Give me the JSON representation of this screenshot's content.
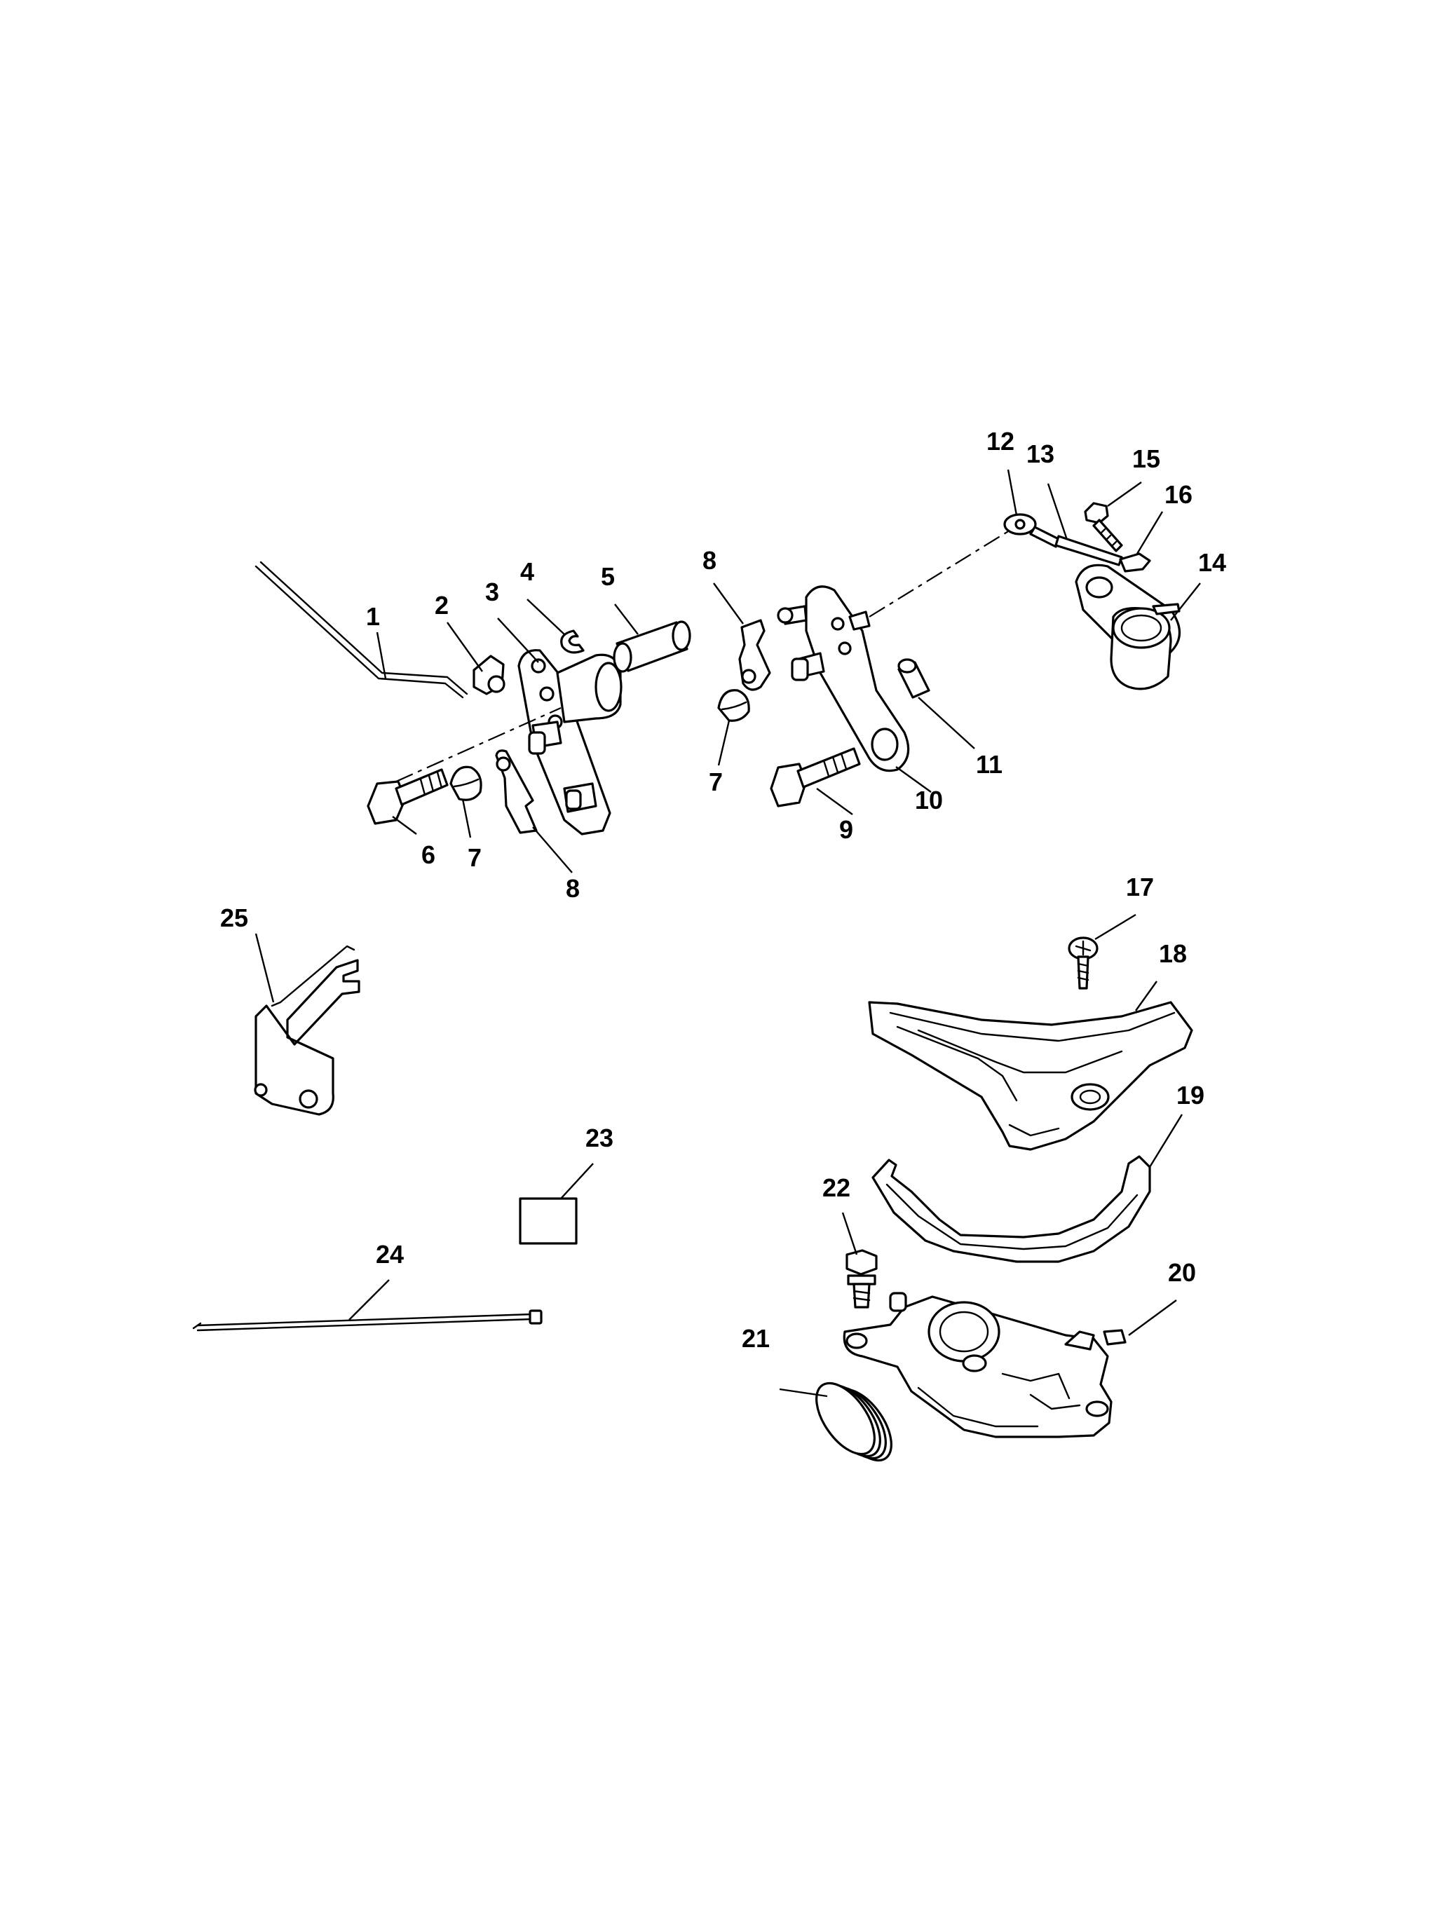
{
  "diagram": {
    "callouts": [
      {
        "id": "c1",
        "label": "1"
      },
      {
        "id": "c2",
        "label": "2"
      },
      {
        "id": "c3",
        "label": "3"
      },
      {
        "id": "c4",
        "label": "4"
      },
      {
        "id": "c5",
        "label": "5"
      },
      {
        "id": "c6",
        "label": "6"
      },
      {
        "id": "c7a",
        "label": "7"
      },
      {
        "id": "c8a",
        "label": "8"
      },
      {
        "id": "c8b",
        "label": "8"
      },
      {
        "id": "c7b",
        "label": "7"
      },
      {
        "id": "c9",
        "label": "9"
      },
      {
        "id": "c10",
        "label": "10"
      },
      {
        "id": "c11",
        "label": "11"
      },
      {
        "id": "c12",
        "label": "12"
      },
      {
        "id": "c13",
        "label": "13"
      },
      {
        "id": "c14",
        "label": "14"
      },
      {
        "id": "c15",
        "label": "15"
      },
      {
        "id": "c16",
        "label": "16"
      },
      {
        "id": "c17",
        "label": "17"
      },
      {
        "id": "c18",
        "label": "18"
      },
      {
        "id": "c19",
        "label": "19"
      },
      {
        "id": "c20",
        "label": "20"
      },
      {
        "id": "c21",
        "label": "21"
      },
      {
        "id": "c22",
        "label": "22"
      },
      {
        "id": "c23",
        "label": "23"
      },
      {
        "id": "c24",
        "label": "24"
      },
      {
        "id": "c25",
        "label": "25"
      }
    ]
  }
}
